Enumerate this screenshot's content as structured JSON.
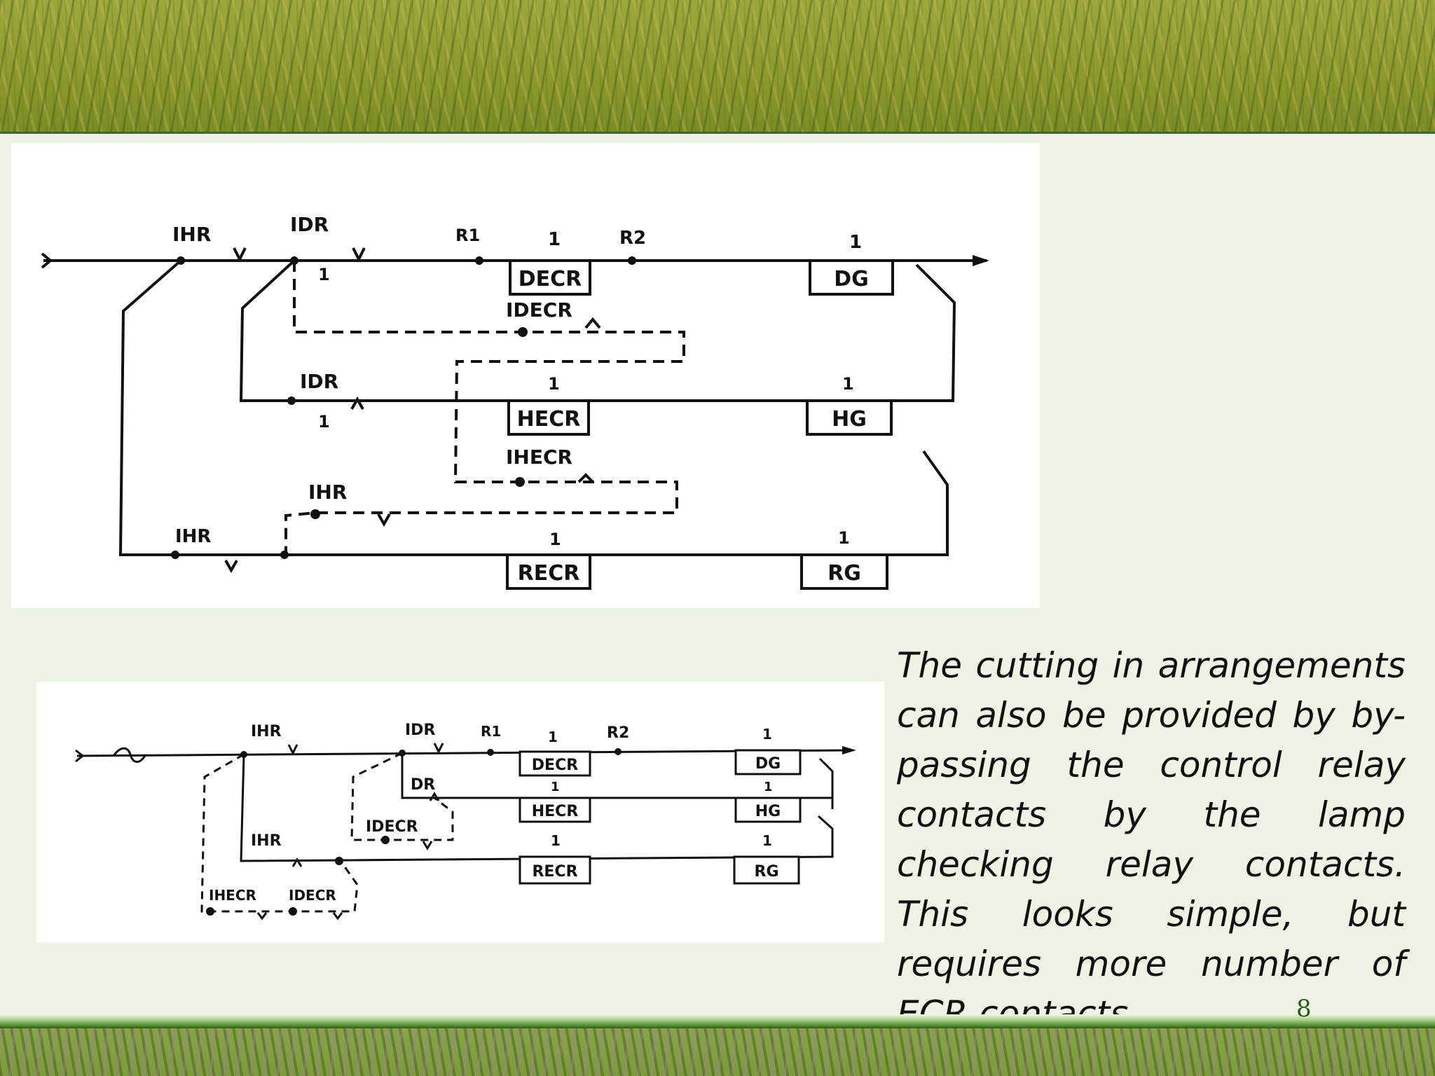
{
  "slide": {
    "caption": "The cutting in arrangements can also be provided by by-passing the control relay contacts by the lamp checking relay contacts.  This looks simple, but requires more number of  ECR contacts.",
    "page_number": "8"
  },
  "diagram_top": {
    "labels": {
      "ihr_1": "IHR",
      "idr_1": "IDR",
      "r1": "R1",
      "one_a": "1",
      "r2": "R2",
      "one_b": "1",
      "one_c": "1",
      "idecr": "IDECR",
      "idr_2": "IDR",
      "one_d": "1",
      "one_e": "1",
      "one_f": "1",
      "ihecr": "IHECR",
      "ihr_2": "IHR",
      "ihr_3": "IHR",
      "one_g": "1",
      "one_h": "1"
    },
    "boxes": {
      "decr": "DECR",
      "dg": "DG",
      "hecr": "HECR",
      "hg": "HG",
      "recr": "RECR",
      "rg": "RG"
    }
  },
  "diagram_bottom": {
    "labels": {
      "ihr_1": "IHR",
      "idr": "IDR",
      "r1": "R1",
      "one_a": "1",
      "r2": "R2",
      "one_b": "1",
      "dr": "DR",
      "one_c": "1",
      "one_d": "1",
      "idecr_1": "IDECR",
      "ihr_2": "IHR",
      "one_e": "1",
      "one_f": "1",
      "ihecr": "IHECR",
      "idecr_2": "IDECR"
    },
    "boxes": {
      "decr": "DECR",
      "dg": "DG",
      "hecr": "HECR",
      "hg": "HG",
      "recr": "RECR",
      "rg": "RG"
    }
  }
}
